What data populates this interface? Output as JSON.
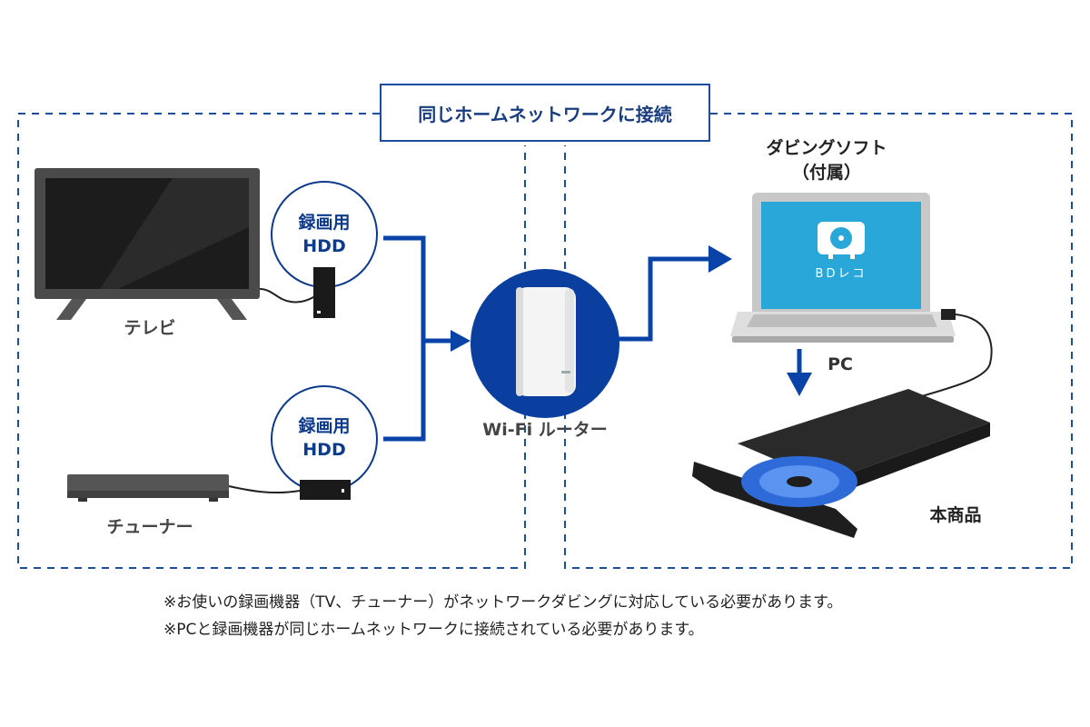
{
  "network_title": "同じホームネットワークに接続",
  "software_label": {
    "line1": "ダビングソフト",
    "line2": "（付属）"
  },
  "hdd_label_top": {
    "line1": "録画用",
    "line2": "HDD"
  },
  "hdd_label_bottom": {
    "line1": "録画用",
    "line2": "HDD"
  },
  "tv_label": "テレビ",
  "tuner_label": "チューナー",
  "router_label": "Wi-Fi ルーター",
  "pc_label": "PC",
  "product_label": "本商品",
  "app_name": "BDレコ",
  "notes": [
    "※お使いの録画機器（TV、チューナー）がネットワークダビングに対応している必要があります。",
    "※PCと録画機器が同じホームネットワークに接続されている必要があります。"
  ],
  "colors": {
    "network_border": "#1d4e9e",
    "arrow": "#0a43a8",
    "router_circle": "#0a3fa0",
    "screen": "#2aa7d9"
  }
}
